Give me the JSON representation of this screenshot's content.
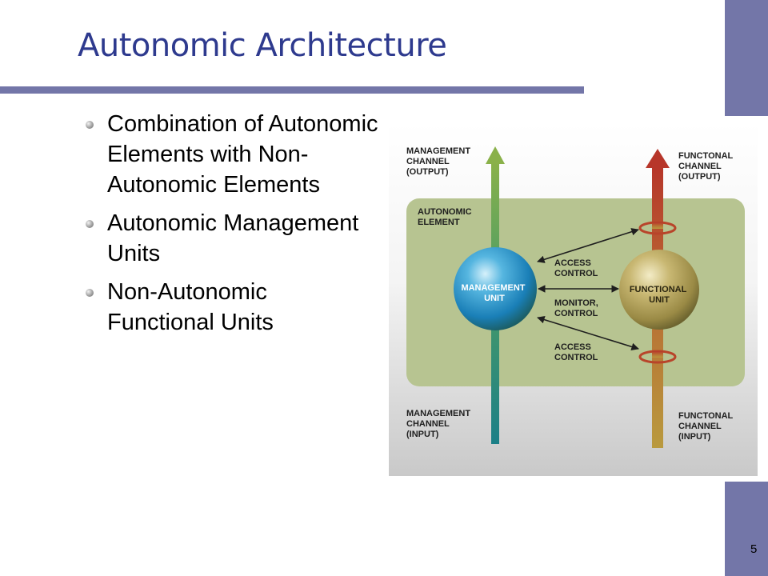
{
  "slide": {
    "title": "Autonomic Architecture",
    "page_number": "5",
    "bullets": [
      "Combination of Autonomic Elements with Non-Autonomic Elements",
      "Autonomic Management Units",
      "Non-Autonomic Functional Units"
    ]
  },
  "diagram": {
    "mgmt_channel_output": [
      "MANAGEMENT",
      "CHANNEL",
      "(OUTPUT)"
    ],
    "func_channel_output": [
      "FUNCTONAL",
      "CHANNEL",
      "(OUTPUT)"
    ],
    "autonomic_element": [
      "AUTONOMIC",
      "ELEMENT"
    ],
    "management_unit": [
      "MANAGEMENT",
      "UNIT"
    ],
    "functional_unit": [
      "FUNCTIONAL",
      "UNIT"
    ],
    "access_control_top": [
      "ACCESS",
      "CONTROL"
    ],
    "monitor_control": [
      "MONITOR,",
      "CONTROL"
    ],
    "access_control_bottom": [
      "ACCESS",
      "CONTROL"
    ],
    "mgmt_channel_input": [
      "MANAGEMENT",
      "CHANNEL",
      "(INPUT)"
    ],
    "func_channel_input": [
      "FUNCTONAL",
      "CHANNEL",
      "(INPUT)"
    ],
    "colors": {
      "panel": "#b7c491",
      "management_unit": "#1f86c0",
      "functional_unit": "#a99b52",
      "functional_arrow": "#b7482c",
      "management_arrow": "#3d9a70"
    }
  }
}
